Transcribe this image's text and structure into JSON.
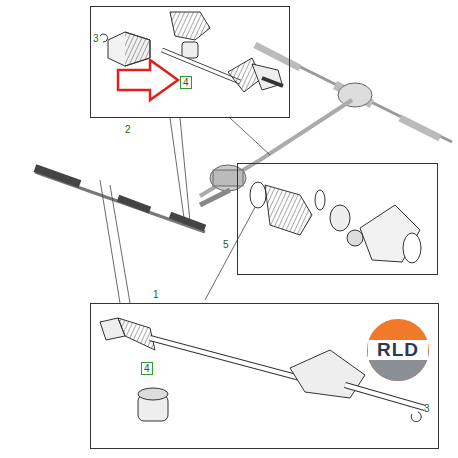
{
  "diagram": {
    "nodes": [
      {
        "text": [
          "2"
        ]
      },
      {
        "text": [
          "5"
        ]
      },
      {
        "text": [
          "1"
        ]
      },
      {
        "text": [
          "RLD"
        ]
      }
    ],
    "labels": [
      "3",
      "4",
      "3",
      "4"
    ]
  }
}
